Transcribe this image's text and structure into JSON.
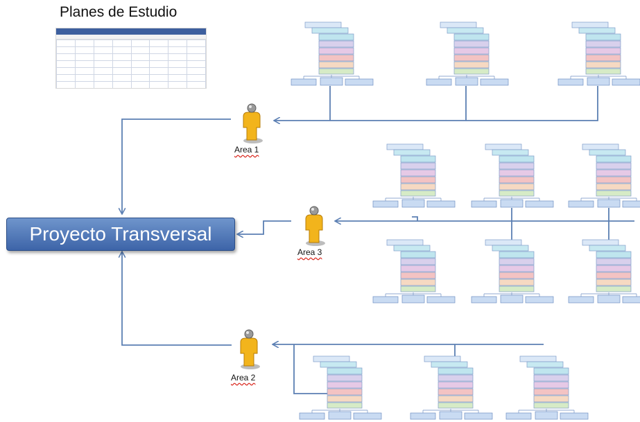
{
  "title": "Planes de Estudio",
  "project_label": "Proyecto Transversal",
  "areas": [
    {
      "label": "Area 1"
    },
    {
      "label": "Area 3"
    },
    {
      "label": "Area 2"
    }
  ],
  "colors": {
    "arrow": "#5b7fb3",
    "project_top": "#6f95cc",
    "project_bottom": "#3d64a8",
    "person_body": "#f2b41c",
    "person_head": "#9a9a9a",
    "spellcheck": "#d9251c"
  },
  "icons": [
    "person-icon",
    "org-chart-icon"
  ]
}
